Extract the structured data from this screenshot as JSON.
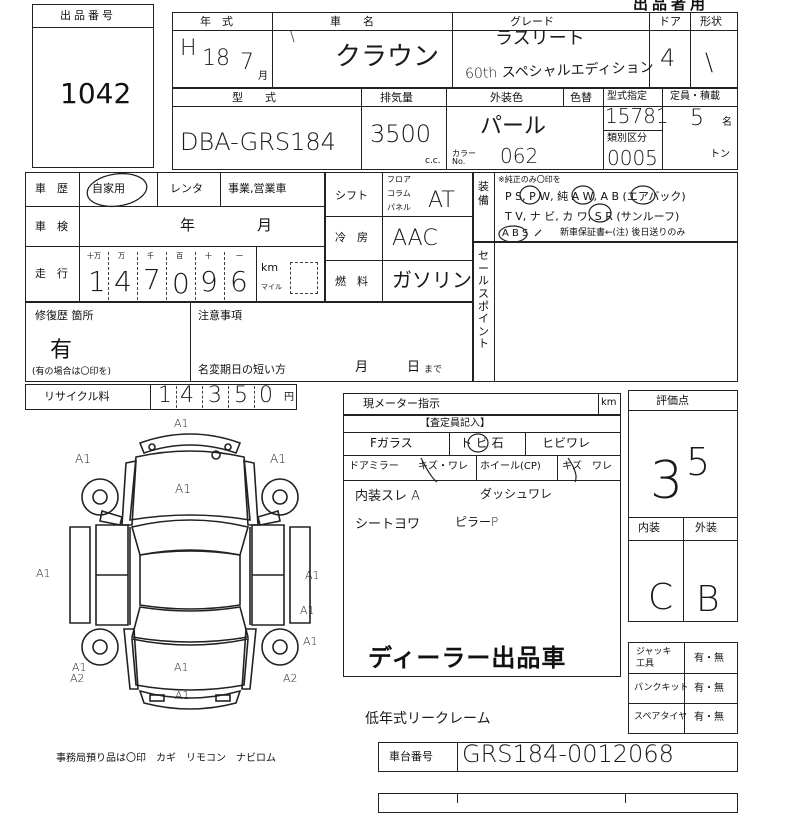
{
  "header": {
    "top_label": "出品者用",
    "lot_label": "出品番号",
    "lot_number": "1042"
  },
  "row1": {
    "year_label": "年　式",
    "name_label": "車　　名",
    "grade_label": "グレード",
    "door_label": "ドア",
    "shape_label": "形状",
    "era": "H",
    "year": "18",
    "month": "7",
    "month_unit": "月",
    "car_name": "クラウン",
    "grade_line1": "ラスリート",
    "grade_line2": "60th スペシャルエディション",
    "doors": "4",
    "shape": "\\"
  },
  "row2": {
    "model_label": "型　　式",
    "disp_label": "排気量",
    "color_label": "外装色",
    "colorno_label": "色替",
    "certify_label": "型式指定",
    "capacity_label": "定員・積載",
    "class_label": "類別区分",
    "model_code": "DBA-GRS184",
    "displacement": "3500",
    "cc_unit": "c.c.",
    "color": "パール",
    "color_prefix": "カラー No.",
    "color_no": "062",
    "certify_no": "15781",
    "class_no": "0005",
    "capacity": "5",
    "cap_unit": "名",
    "ton_unit": "トン"
  },
  "history": {
    "label": "車　歴",
    "own": "自家用",
    "rental": "レンタ",
    "business": "事業,営業車"
  },
  "inspection": {
    "label": "車　検",
    "year_unit": "年",
    "month_unit": "月"
  },
  "mileage": {
    "label": "走　行",
    "digit_labels": [
      "十万",
      "万",
      "千",
      "百",
      "十",
      "一"
    ],
    "digits": [
      "1",
      "4",
      "7",
      "0",
      "9",
      "6"
    ],
    "km_unit": "km",
    "mile_unit": "マイル"
  },
  "shift": {
    "label": "シフト",
    "options": [
      "フロア",
      "コラム",
      "パネル"
    ],
    "value": "AT"
  },
  "aircon": {
    "label": "冷　房",
    "value": "AAC"
  },
  "fuel": {
    "label": "燃　料",
    "value": "ガソリン"
  },
  "equipment": {
    "label": "装備",
    "note": "※純正のみ〇印を",
    "line1": "P S,  P W,  純 A W,  A B (エアバック)",
    "line2": "T V,  ナ ビ,  カ ワ,  S R (サンルーフ)",
    "line3_abs": "A B S",
    "line3_rest": "新車保証書←(注) 後日送りのみ"
  },
  "sales_point": {
    "label": "セールスポイント"
  },
  "repair": {
    "label": "修復歴 箇所",
    "value": "有",
    "note": "(有の場合は〇印を)"
  },
  "notes": {
    "label": "注意事項",
    "short_label": "名変期日の短い方",
    "month_unit": "月",
    "day_unit": "日",
    "made": "まで"
  },
  "recycle": {
    "label": "リサイクル料",
    "digits": [
      "1",
      "4",
      "3",
      "5",
      "0"
    ],
    "unit": "円"
  },
  "meter": {
    "label": "現メーター指示",
    "unit": "km"
  },
  "inspector": {
    "title": "【査定員記入】",
    "row1": [
      "Fガラス",
      "ト ビ 石",
      "ヒビワレ"
    ],
    "row2": [
      "ドアミラー",
      "キズ・ワレ",
      "ホイール(CP)",
      "キズ",
      "ワレ"
    ],
    "notes": [
      "内装スレ A",
      "ダッシュワレ",
      "シートヨワ",
      "ピラーP"
    ],
    "stamp": "ディーラー出品車",
    "frame_note": "低年式リークレーム"
  },
  "score": {
    "label": "評価点",
    "value_main": "3",
    "value_sub": "5",
    "interior_label": "内装",
    "exterior_label": "外装",
    "interior": "C",
    "exterior": "B"
  },
  "accessories": {
    "rows": [
      {
        "label": "ジャッキ 工具",
        "value": "有・無"
      },
      {
        "label": "パンクキット",
        "value": "有・無"
      },
      {
        "label": "スペアタイヤ",
        "value": "有・無"
      }
    ]
  },
  "chassis": {
    "label": "車台番号",
    "value": "GRS184-0012068"
  },
  "diagram": {
    "marks": [
      "A1",
      "A1",
      "A1",
      "A1",
      "A1",
      "A1",
      "A1",
      "A1",
      "A1",
      "A1",
      "A1",
      "A2",
      "A2"
    ],
    "footer": "事務局預り品は〇印　カギ　リモコン　ナビロム"
  }
}
